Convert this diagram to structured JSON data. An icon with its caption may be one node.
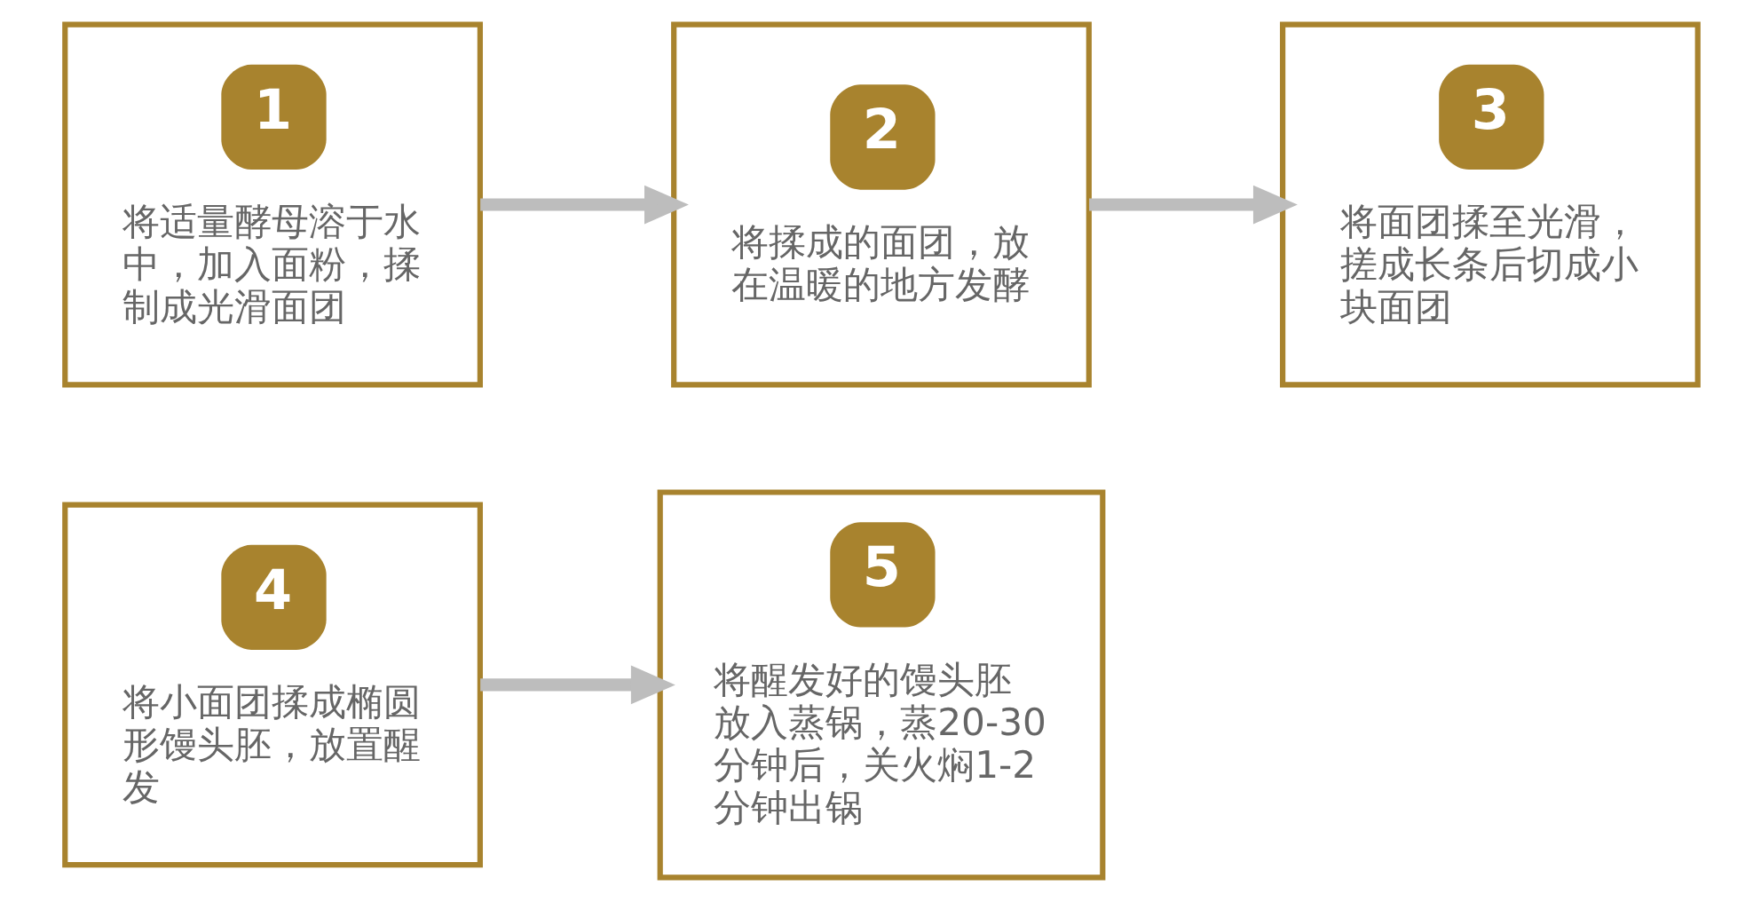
{
  "diagram": {
    "nodes": [
      {
        "text": [
          "1",
          "将适量酵母溶于水中，加入面粉，揉制成光滑面团"
        ]
      },
      {
        "text": [
          "2",
          "将揉成的面团，放在温暖的地方发酵"
        ]
      },
      {
        "text": [
          "3",
          "将面团揉至光滑，搓成长条后切成小块面团"
        ]
      },
      {
        "text": [
          "4",
          "将小面团揉成椭圆形馒头胚，放置醒发"
        ]
      },
      {
        "text": [
          "5",
          "将醒发好的馒头胚放入蒸锅，蒸20-30分钟后，关火焖1-2分钟出锅"
        ]
      }
    ],
    "edges": [
      {
        "from": 0,
        "to": 1,
        "arrow": "to"
      },
      {
        "from": 1,
        "to": 2,
        "arrow": "to"
      },
      {
        "from": 3,
        "to": 4,
        "arrow": "to"
      }
    ]
  }
}
